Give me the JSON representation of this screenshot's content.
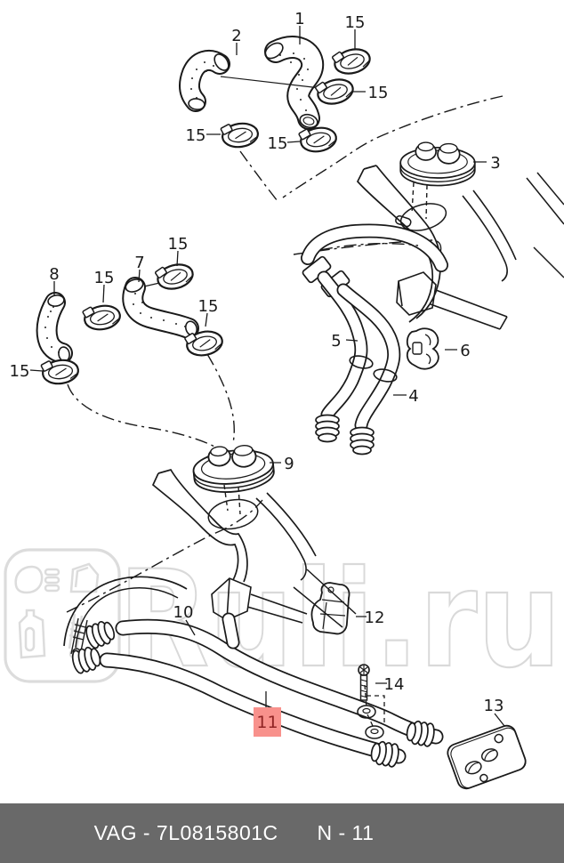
{
  "watermark": {
    "text": "Ruli.ru",
    "logo": "ruli-parts-logo",
    "color": "#d9d9d9"
  },
  "footer": {
    "catalog_code": "VAG - 7L0815801C",
    "page_ref": "N - 11",
    "bg": "#696969"
  },
  "diagram": {
    "type": "exploded-parts-diagram",
    "highlighted_callout": {
      "label": "11"
    },
    "callouts": [
      {
        "label": "1"
      },
      {
        "label": "2"
      },
      {
        "label": "15"
      },
      {
        "label": "15"
      },
      {
        "label": "15"
      },
      {
        "label": "15"
      },
      {
        "label": "3"
      },
      {
        "label": "15"
      },
      {
        "label": "8"
      },
      {
        "label": "15"
      },
      {
        "label": "7"
      },
      {
        "label": "15"
      },
      {
        "label": "15"
      },
      {
        "label": "5"
      },
      {
        "label": "6"
      },
      {
        "label": "4"
      },
      {
        "label": "9"
      },
      {
        "label": "10"
      },
      {
        "label": "12"
      },
      {
        "label": "14"
      },
      {
        "label": "13"
      }
    ]
  },
  "colors": {
    "line": "#1a1a1a",
    "highlight_bg": "#f8918c",
    "highlight_text": "#8f2424",
    "watermark": "#d9d9d9",
    "footer_bg": "#696969",
    "footer_text": "#ffffff"
  }
}
